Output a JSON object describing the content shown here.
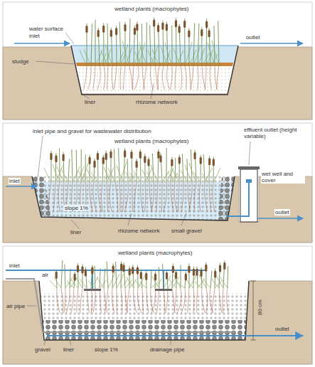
{
  "diagram": {
    "labels": [
      "wetland plants (macrophytes)",
      "water surface",
      "inlet",
      "sludge",
      "outlet",
      "liner",
      "rhizome network",
      "inlet pipe and gravel for wastewater distribution",
      "effluent outlet (height variable)",
      "wetland plants (macrophytes)",
      "wet well and cover",
      "inlet",
      "slope 1%",
      "rhizome network",
      "small gravel",
      "liner",
      "outlet",
      "wetland plants (macrophytes)",
      "inlet",
      "air",
      "air pipe",
      "80 cm",
      "gravel",
      "liner",
      "slope 1%",
      "drainage pipe",
      "outlet"
    ]
  }
}
